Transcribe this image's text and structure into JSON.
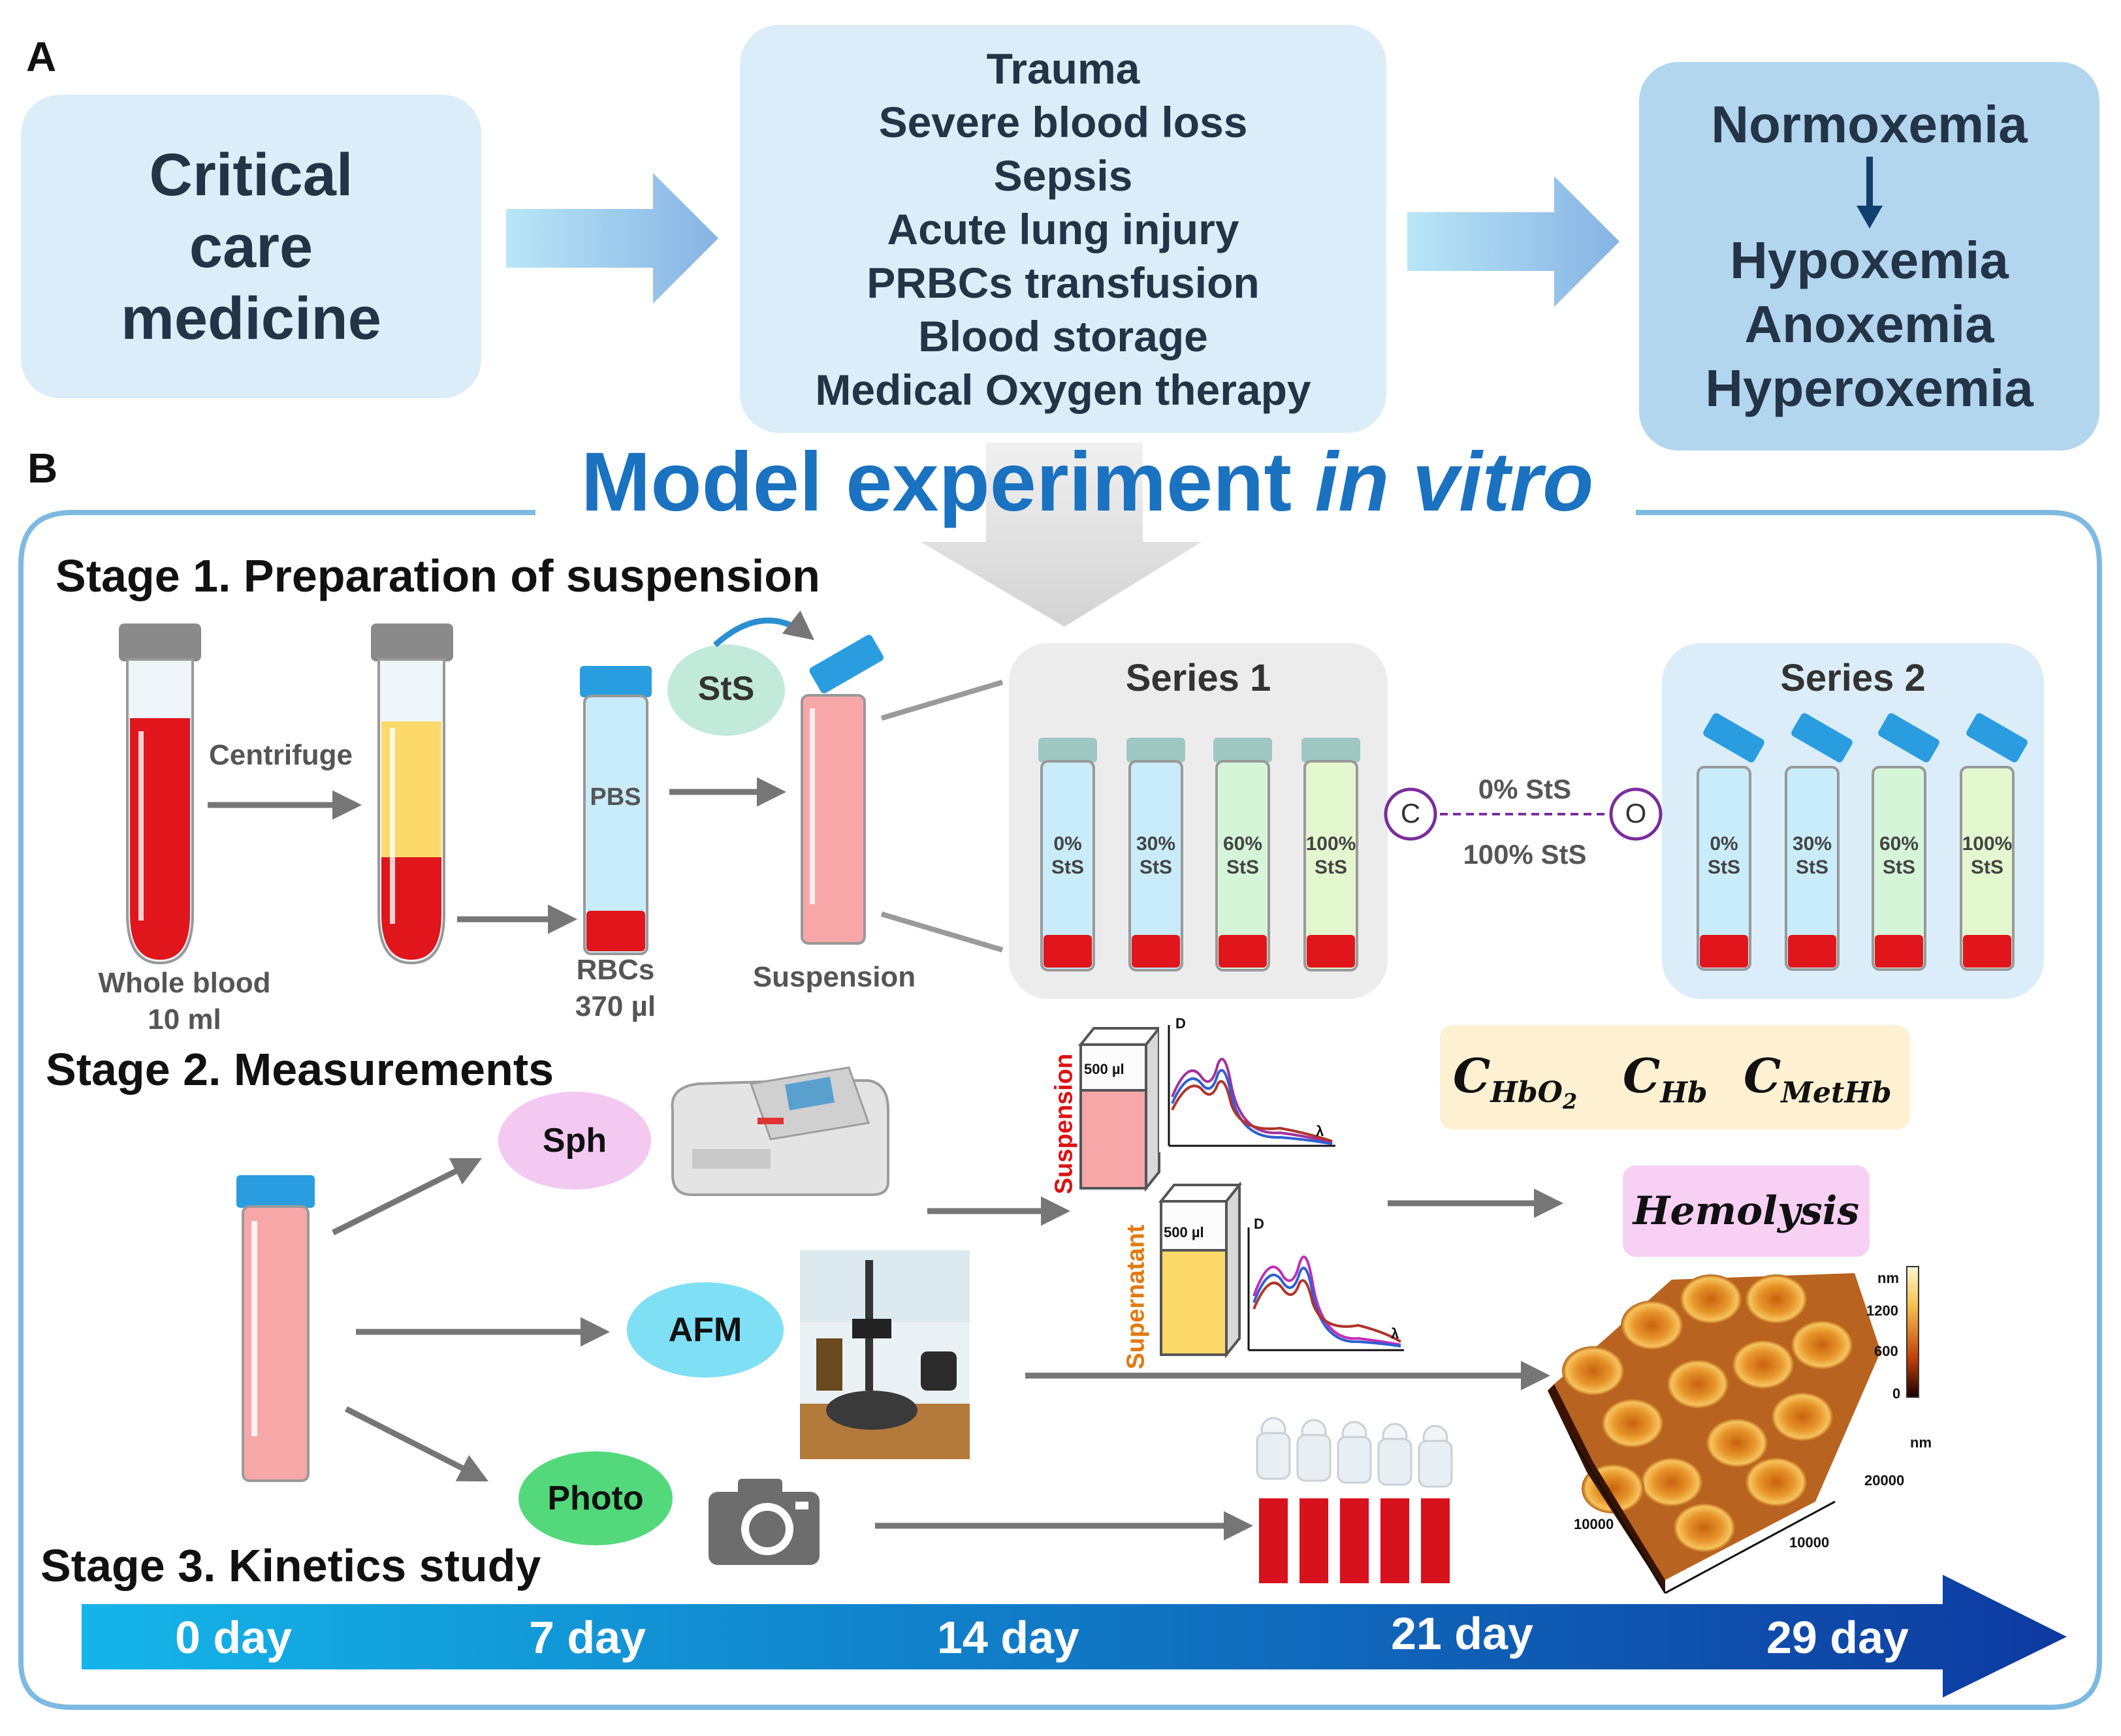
{
  "panel_a": {
    "letter": "A",
    "box1": [
      "Critical",
      "care",
      "medicine"
    ],
    "box2": [
      "Trauma",
      "Severe blood loss",
      "Sepsis",
      "Acute lung injury",
      "PRBCs transfusion",
      "Blood storage",
      "Medical Oxygen therapy"
    ],
    "box3_top": "Normoxemia",
    "box3_rest": [
      "Hypoxemia",
      "Anoxemia",
      "Hyperoxemia"
    ]
  },
  "panel_b": {
    "letter": "B",
    "title_main": "Model experiment ",
    "title_italic": "in vitro",
    "stage1": "Stage 1. Preparation of suspension",
    "stage2": "Stage 2. Measurements",
    "stage3": "Stage 3. Kinetics study",
    "whole_blood": [
      "Whole blood",
      "10 ml"
    ],
    "centrifuge": "Centrifuge",
    "pbs": "PBS",
    "rbcs": [
      "RBCs",
      "370 µl"
    ],
    "sts": "StS",
    "suspension": "Suspension",
    "series1": "Series 1",
    "series2": "Series 2",
    "series_tubes": [
      [
        "0%",
        "StS"
      ],
      [
        "30%",
        "StS"
      ],
      [
        "60%",
        "StS"
      ],
      [
        "100%",
        "StS"
      ]
    ],
    "link_c": "C",
    "link_o": "O",
    "link_top": "0% StS",
    "link_bottom": "100% StS",
    "methods": [
      "Sph",
      "AFM",
      "Photo"
    ],
    "cuvette_suspension": "Suspension",
    "cuvette_supernatant": "Supernatant",
    "cuvette_volume": "500 µl",
    "axis_d": "D",
    "axis_lambda": "λ",
    "conc_labels": [
      {
        "c": "C",
        "sub": "HbO",
        "sub2": "2"
      },
      {
        "c": "C",
        "sub": "Hb",
        "sub2": ""
      },
      {
        "c": "C",
        "sub": "MetHb",
        "sub2": ""
      }
    ],
    "hemolysis": "Hemolysis",
    "afm_scale": {
      "unit": "nm",
      "ticks": [
        "1200",
        "600",
        "0"
      ]
    },
    "afm_axes": {
      "unit": "nm",
      "labels": [
        "20000",
        "10000",
        "10000"
      ]
    },
    "timeline": [
      "0 day",
      "7 day",
      "14 day",
      "21 day",
      "29 day"
    ]
  },
  "colors": {
    "title_blue": "#1a72c0",
    "box_light": "#dbedf9",
    "box_mid": "#b3d6ef",
    "blood": "#e0161c",
    "plasma": "#fcd96a",
    "tube_blue": "#c8ecfa",
    "tube_green": "#d5f5d8",
    "cap_blue": "#2a9de0",
    "arrow_gray": "#777777",
    "timeline_start": "#14b5e9",
    "timeline_end": "#0d3aa0"
  }
}
